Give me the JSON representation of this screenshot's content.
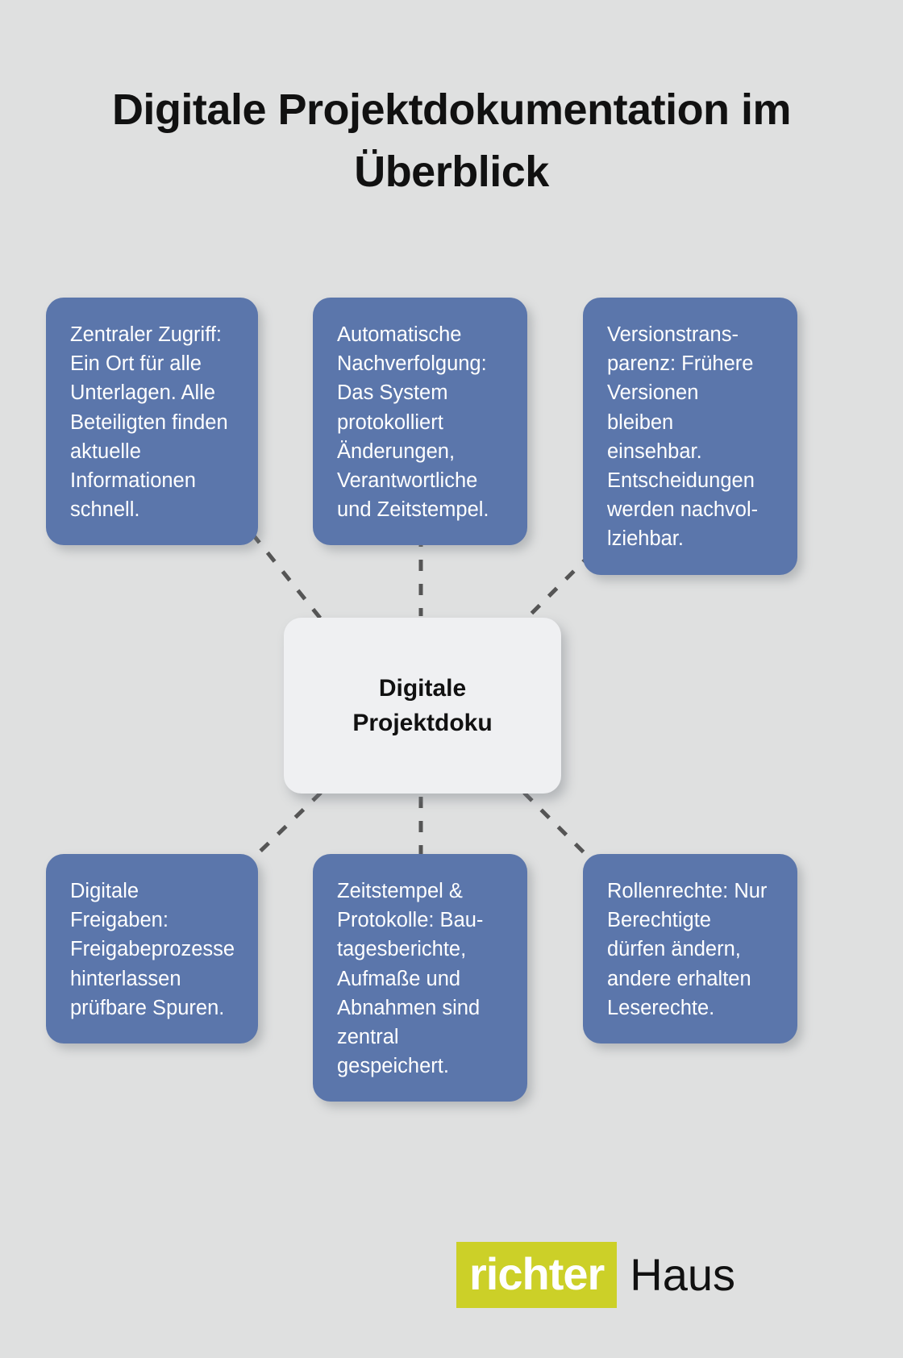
{
  "title": "Digitale Projektdokumentation\nim Überblick",
  "center": {
    "label": "Digitale\nProjektdoku"
  },
  "colors": {
    "background": "#dfe0e0",
    "node_fill": "#5b76ab",
    "node_text": "#ffffff",
    "center_fill": "#eff0f2",
    "center_text": "#111111",
    "connector": "#555555",
    "brand_accent": "#ccd028",
    "title_text": "#111111"
  },
  "nodes": [
    {
      "id": "zentraler-zugriff",
      "text": "Zentraler Zugriff:\nEin Ort für alle\nUnterlagen. Alle\nBeteiligten finden\naktuelle\nInformationen\nschnell."
    },
    {
      "id": "automatische-nachverfolgung",
      "text": "Automatische\nNachverfolgung:\nDas System\nprotokolliert\nÄnderungen,\nVerantwortliche\nund Zeitstempel."
    },
    {
      "id": "versionstransparenz",
      "text": "Versionstrans-\nparenz: Frühere\nVersionen\nbleiben\neinsehbar.\nEntscheidungen\nwerden nachvol-\nlziehbar."
    },
    {
      "id": "digitale-freigaben",
      "text": "Digitale\nFreigaben:\nFreigabeprozesse\nhinterlassen\nprüfbare Spuren."
    },
    {
      "id": "zeitstempel-protokolle",
      "text": "Zeitstempel &\nProtokolle: Bau-\ntagesberichte,\nAufmaße und\nAbnahmen sind\nzentral\ngespeichert."
    },
    {
      "id": "rollenrechte",
      "text": "Rollenrechte: Nur\nBerechtigte\ndürfen ändern,\nandere erhalten\nLeserechte."
    }
  ],
  "logo": {
    "mark": "richter",
    "word": "Haus"
  }
}
